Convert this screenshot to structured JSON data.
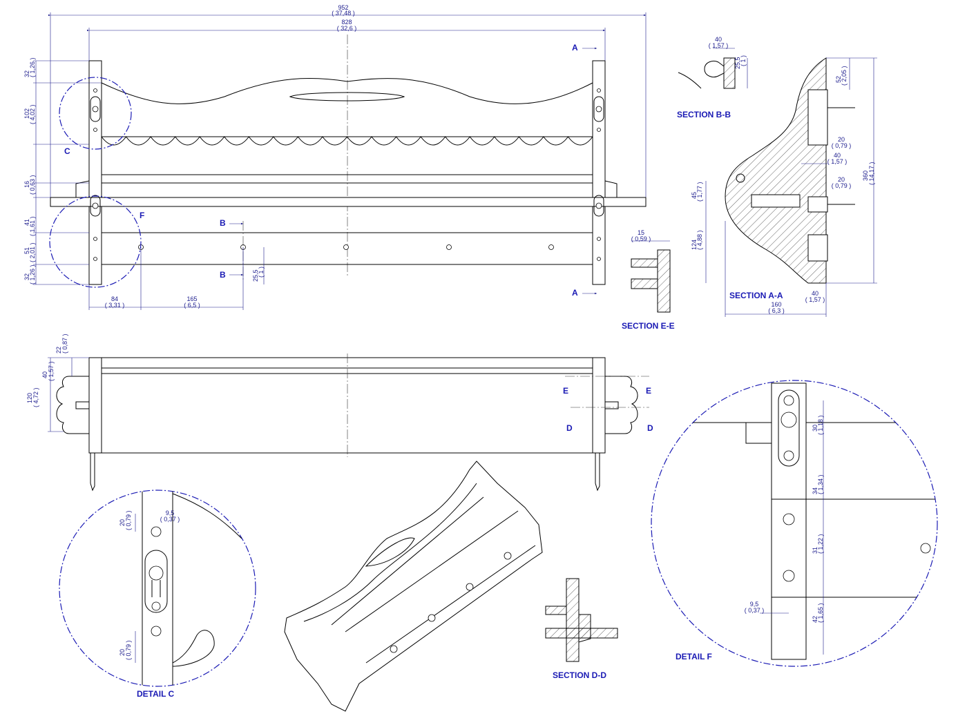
{
  "views": {
    "section_bb": "SECTION B-B",
    "section_aa": "SECTION A-A",
    "section_ee": "SECTION E-E",
    "section_dd": "SECTION D-D",
    "detail_c": "DETAIL C",
    "detail_f": "DETAIL F"
  },
  "markers": {
    "a": "A",
    "b": "B",
    "c": "C",
    "d": "D",
    "e": "E",
    "f": "F"
  },
  "front_view": {
    "overall_width": [
      "952",
      "( 37,48 )"
    ],
    "inner_width": [
      "828",
      "( 32,6 )"
    ],
    "top_offset": [
      "32",
      "( 1,26 )"
    ],
    "crest_height": [
      "102",
      "( 4,02 )"
    ],
    "shelf_thickness": [
      "16",
      "( 0,63 )"
    ],
    "rail_gap": [
      "41",
      "( 1,61 )"
    ],
    "rail_height": [
      "51",
      "( 2,01 )"
    ],
    "bottom_offset": [
      "32",
      "( 1,26 )"
    ],
    "peg_first": [
      "84",
      "( 3,31 )"
    ],
    "peg_spacing": [
      "165",
      "( 6,5 )"
    ],
    "peg_height": [
      "25,5",
      "( 1 )"
    ]
  },
  "top_view": {
    "edge_offset": [
      "22",
      "( 0,87 )"
    ],
    "groove_depth": [
      "40",
      "( 1,57 )"
    ],
    "depth": [
      "120",
      "( 4,72 )"
    ]
  },
  "section_bb_dims": {
    "width": [
      "40",
      "( 1,57 )"
    ],
    "height": [
      "25,5",
      "( 1 )"
    ]
  },
  "section_aa_dims": {
    "top": [
      "52",
      "( 2,05 )"
    ],
    "slot_a": [
      "20",
      "( 0,79 )"
    ],
    "slot_b": [
      "40",
      "( 1,57 )"
    ],
    "slot_c": [
      "20",
      "( 0,79 )"
    ],
    "total_height": [
      "360",
      "( 14,17 )"
    ],
    "groove": [
      "45",
      "( 1,77 )"
    ],
    "lower": [
      "124",
      "( 4,88 )"
    ],
    "base": [
      "40",
      "( 1,57 )"
    ],
    "depth": [
      "160",
      "( 6,3 )"
    ]
  },
  "section_ee_dims": {
    "thickness": [
      "15",
      "( 0,59 )"
    ]
  },
  "detail_c_dims": {
    "top_screw": [
      "20",
      "( 0,79 )"
    ],
    "offset": [
      "9,5",
      "( 0,37 )"
    ],
    "bottom_screw": [
      "20",
      "( 0,79 )"
    ]
  },
  "detail_f_dims": {
    "slot": [
      "30",
      "( 1,18 )"
    ],
    "gap": [
      "34",
      "( 1,34 )"
    ],
    "screw_spacing": [
      "31",
      "( 1,22 )"
    ],
    "offset": [
      "9,5",
      "( 0,37 )"
    ],
    "bottom": [
      "42",
      "( 1,65 )"
    ]
  }
}
